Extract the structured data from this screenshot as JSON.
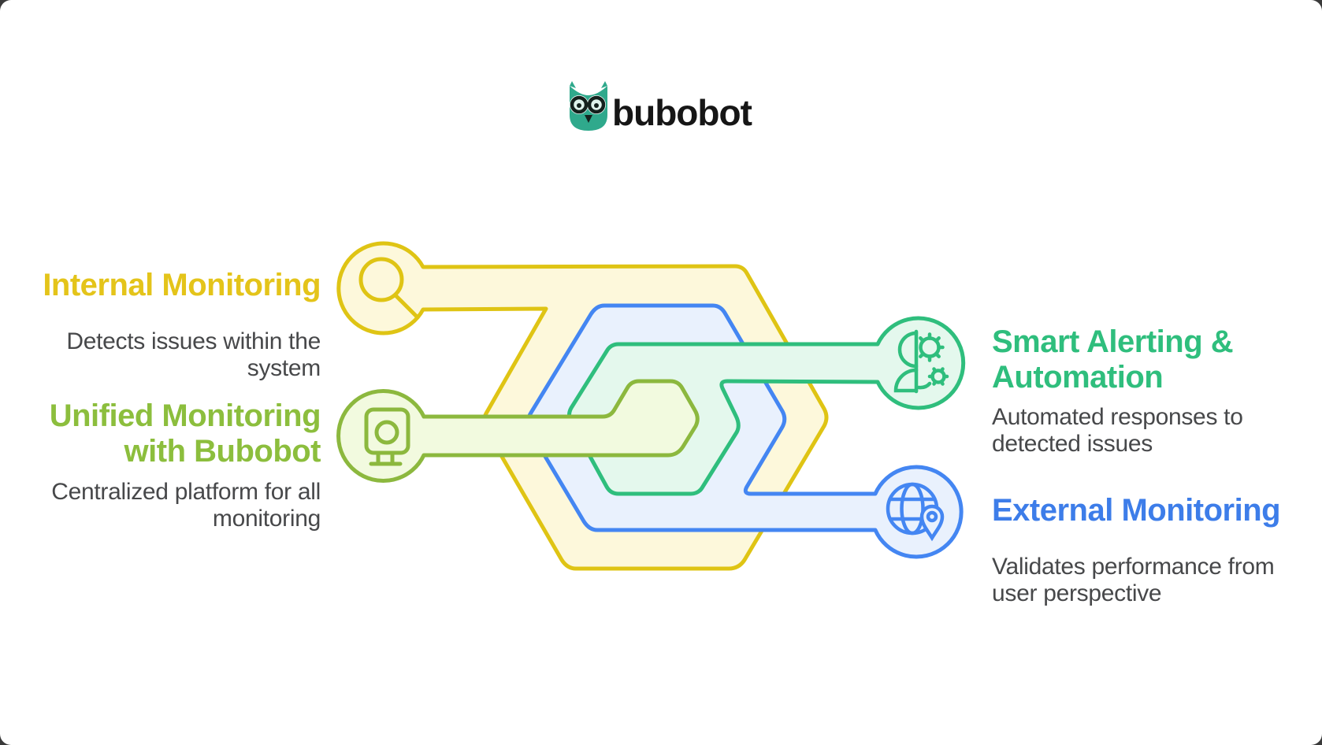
{
  "logo": {
    "brand": "bubobot",
    "icon": "owl-icon",
    "owl_color": "#2FA98C",
    "text_color": "#161616"
  },
  "nodes": [
    {
      "id": "internal-monitoring",
      "title": "Internal Monitoring",
      "description": "Detects issues within the\nsystem",
      "side": "left",
      "icon": "magnifier-icon",
      "accent_color": "#E4C41A",
      "stroke_color": "#DFC414",
      "fill_color": "#FDF8DB"
    },
    {
      "id": "unified-monitoring",
      "title": "Unified Monitoring\nwith Bubobot",
      "description": "Centralized platform for all\nmonitoring",
      "side": "left",
      "icon": "webcam-icon",
      "accent_color": "#8CBE3D",
      "stroke_color": "#8CB83E",
      "fill_color": "#F2FADF"
    },
    {
      "id": "smart-alerting",
      "title": "Smart Alerting &\nAutomation",
      "description": "Automated responses to\ndetected issues",
      "side": "right",
      "icon": "person-gears-icon",
      "accent_color": "#2FBE7D",
      "stroke_color": "#2FBE7D",
      "fill_color": "#E4F8ED"
    },
    {
      "id": "external-monitoring",
      "title": "External Monitoring",
      "description": "Validates performance from\nuser perspective",
      "side": "right",
      "icon": "globe-pin-icon",
      "accent_color": "#3D7DE9",
      "stroke_color": "#4486F2",
      "fill_color": "#E9F1FD"
    }
  ],
  "body_text_color": "#47484A"
}
